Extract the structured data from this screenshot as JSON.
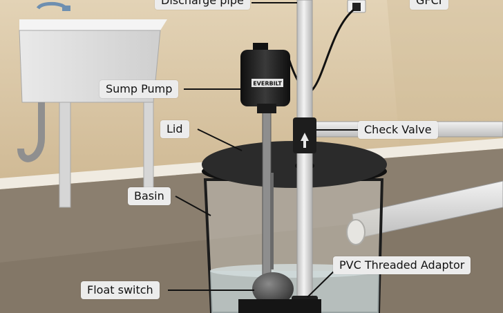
{
  "labels": {
    "discharge_pipe": "Discharge pipe",
    "gfci": "GFCI",
    "sump_pump": "Sump Pump",
    "lid": "Lid",
    "check_valve": "Check Valve",
    "basin": "Basin",
    "pvc_adaptor": "PVC Threaded Adaptor",
    "float_switch": "Float switch"
  },
  "pump_brand": "EVERBILT",
  "colors": {
    "wall": "#d9c6a6",
    "floor": "#8b7f6f",
    "label_bg": "#ececec",
    "pipe": "#e2e2e2",
    "pump_body": "#1e1e1e",
    "water": "#b9c5c6"
  }
}
